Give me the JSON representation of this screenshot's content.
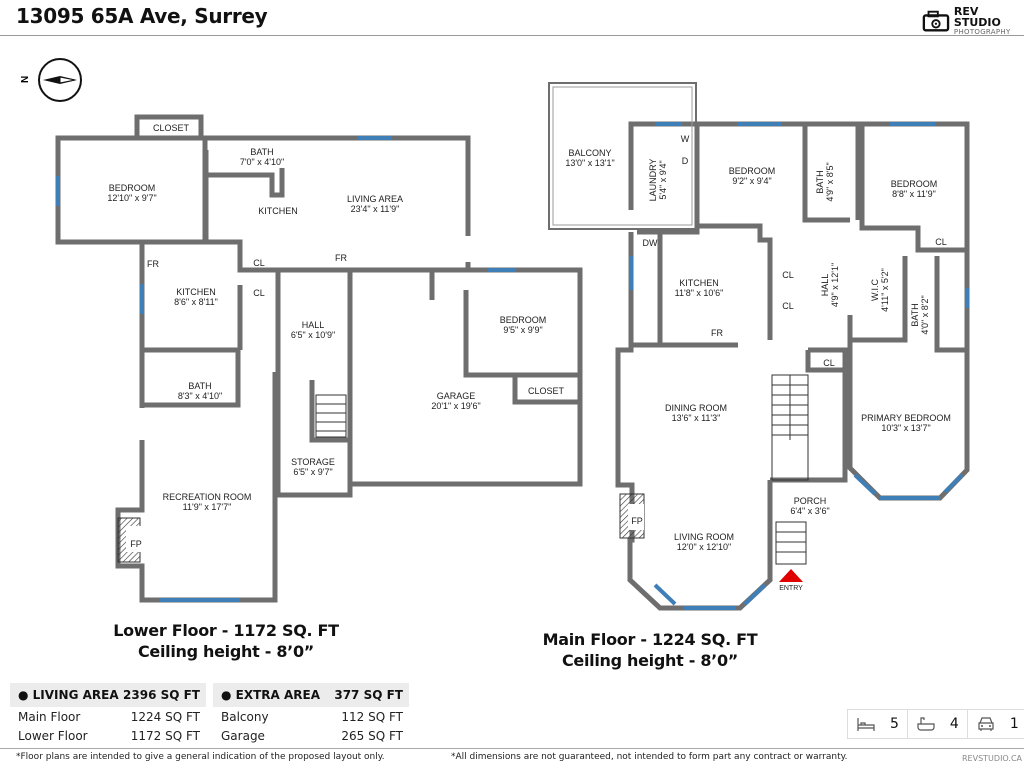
{
  "header": {
    "title": "13095 65A Ave, Surrey",
    "logo": {
      "name": "REV STUDIO",
      "tagline": "PHOTOGRAPHY",
      "icon": "camera-icon"
    }
  },
  "compass": {
    "label": "N",
    "icon": "compass-icon"
  },
  "lower_floor": {
    "caption_line1": "Lower Floor - 1172 SQ. FT",
    "caption_line2": "Ceiling height - 8’0”",
    "rooms": [
      {
        "name": "CLOSET",
        "dims": ""
      },
      {
        "name": "BEDROOM",
        "dims": "12'10\" x 9'7\""
      },
      {
        "name": "BATH",
        "dims": "7'0\" x 4'10\""
      },
      {
        "name": "KITCHEN",
        "dims": ""
      },
      {
        "name": "LIVING AREA",
        "dims": "23'4\" x 11'9\""
      },
      {
        "name": "FR",
        "dims": ""
      },
      {
        "name": "CL",
        "dims": ""
      },
      {
        "name": "KITCHEN",
        "dims": "8'6\" x 8'11\""
      },
      {
        "name": "FR",
        "dims": ""
      },
      {
        "name": "CL",
        "dims": ""
      },
      {
        "name": "HALL",
        "dims": "6'5\" x 10'9\""
      },
      {
        "name": "BEDROOM",
        "dims": "9'5\" x 9'9\""
      },
      {
        "name": "BATH",
        "dims": "8'3\" x 4'10\""
      },
      {
        "name": "CLOSET",
        "dims": ""
      },
      {
        "name": "GARAGE",
        "dims": "20'1\" x 19'6\""
      },
      {
        "name": "STORAGE",
        "dims": "6'5\" x 9'7\""
      },
      {
        "name": "RECREATION ROOM",
        "dims": "11'9\" x 17'7\""
      },
      {
        "name": "FP",
        "dims": ""
      }
    ]
  },
  "main_floor": {
    "caption_line1": "Main Floor - 1224 SQ. FT",
    "caption_line2": "Ceiling height - 8’0”",
    "rooms": [
      {
        "name": "BALCONY",
        "dims": "13'0\" x 13'1\""
      },
      {
        "name": "LAUNDRY",
        "dims": "5'4\" x 9'4\""
      },
      {
        "name": "W",
        "dims": ""
      },
      {
        "name": "D",
        "dims": ""
      },
      {
        "name": "BEDROOM",
        "dims": "9'2\" x 9'4\""
      },
      {
        "name": "BATH",
        "dims": "4'9\" x 8'5\""
      },
      {
        "name": "BEDROOM",
        "dims": "8'8\" x 11'9\""
      },
      {
        "name": "DW",
        "dims": ""
      },
      {
        "name": "KITCHEN",
        "dims": "11'8\" x 10'6\""
      },
      {
        "name": "CL",
        "dims": ""
      },
      {
        "name": "CL",
        "dims": ""
      },
      {
        "name": "HALL",
        "dims": "4'9\" x 12'1\""
      },
      {
        "name": "W.I.C",
        "dims": "4'11\" x 5'2\""
      },
      {
        "name": "CL",
        "dims": ""
      },
      {
        "name": "BATH",
        "dims": "4'0\" x 8'2\""
      },
      {
        "name": "FR",
        "dims": ""
      },
      {
        "name": "CL",
        "dims": ""
      },
      {
        "name": "DINING ROOM",
        "dims": "13'6\" x 11'3\""
      },
      {
        "name": "PRIMARY BEDROOM",
        "dims": "10'3\" x 13'7\""
      },
      {
        "name": "PORCH",
        "dims": "6'4\" x 3'6\""
      },
      {
        "name": "FP",
        "dims": ""
      },
      {
        "name": "LIVING ROOM",
        "dims": "12'0\" x 12'10\""
      },
      {
        "name": "ENTRY",
        "dims": ""
      }
    ]
  },
  "living_area": {
    "label": "LIVING AREA",
    "total": "2396 SQ FT",
    "rows": [
      {
        "label": "Main Floor",
        "value": "1224 SQ FT"
      },
      {
        "label": "Lower Floor",
        "value": "1172 SQ FT"
      }
    ]
  },
  "extra_area": {
    "label": "EXTRA AREA",
    "total": "377 SQ FT",
    "rows": [
      {
        "label": "Balcony",
        "value": "112 SQ FT"
      },
      {
        "label": "Garage",
        "value": "265 SQ FT"
      }
    ]
  },
  "stats": {
    "bedrooms": {
      "icon": "bed-icon",
      "value": "5"
    },
    "bathrooms": {
      "icon": "bathtub-icon",
      "value": "4"
    },
    "parking": {
      "icon": "car-icon",
      "value": "1"
    }
  },
  "footer": {
    "note_left": "*Floor plans are intended to give a general indication of the proposed layout only.",
    "note_center": "*All dimensions are not guaranteed, not intended to form part any contract or warranty.",
    "site": "REVSTUDIO.CA"
  },
  "colors": {
    "wall": "#6e6e6e",
    "window": "#3f7fb8",
    "entry_marker": "#e00000",
    "table_header_bg": "#ececec"
  }
}
